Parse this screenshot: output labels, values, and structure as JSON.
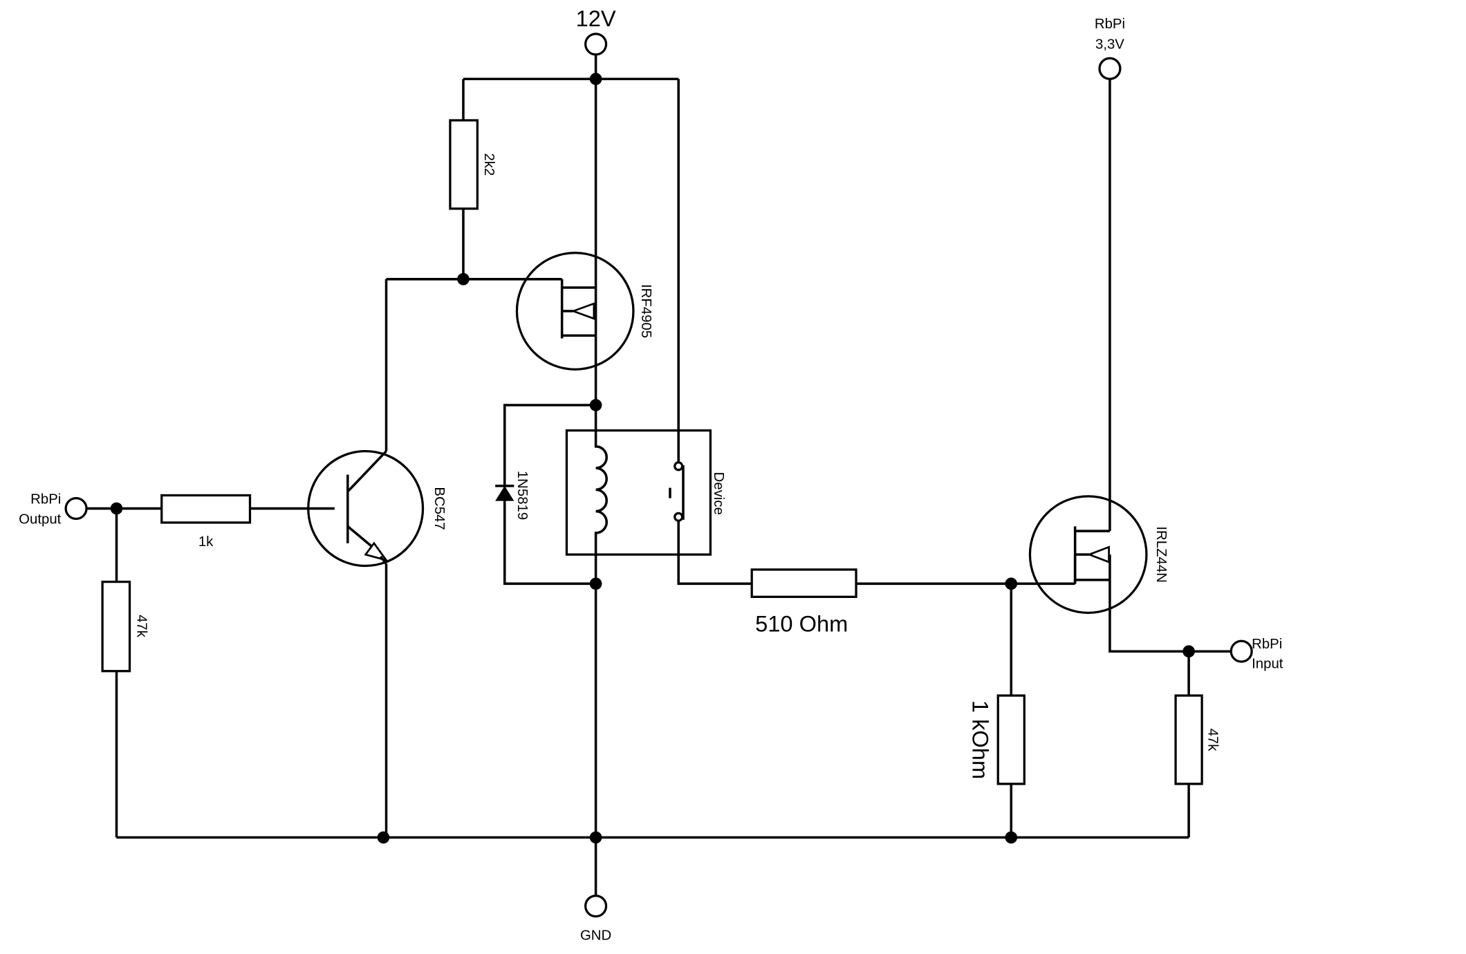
{
  "colors": {
    "ink": "#000000",
    "background": "#ffffff"
  },
  "terminals": {
    "supply_12v": "12V",
    "gnd": "GND",
    "rbpi_33v_line1": "RbPi",
    "rbpi_33v_line2": "3,3V",
    "rbpi_output_line1": "RbPi",
    "rbpi_output_line2": "Output",
    "rbpi_input_line1": "RbPi",
    "rbpi_input_line2": "Input"
  },
  "components": {
    "r_base": "1k",
    "r_base_pulldown": "47k",
    "r_gate_pullup": "2k2",
    "q_pnp_mosfet": "IRF4905",
    "q_bjt": "BC547",
    "diode": "1N5819",
    "relay": "Device",
    "r_series": "510 Ohm",
    "r_divider": "1 kOhm",
    "q_nmos": "IRLZ44N",
    "r_input_pulldown": "47k"
  }
}
